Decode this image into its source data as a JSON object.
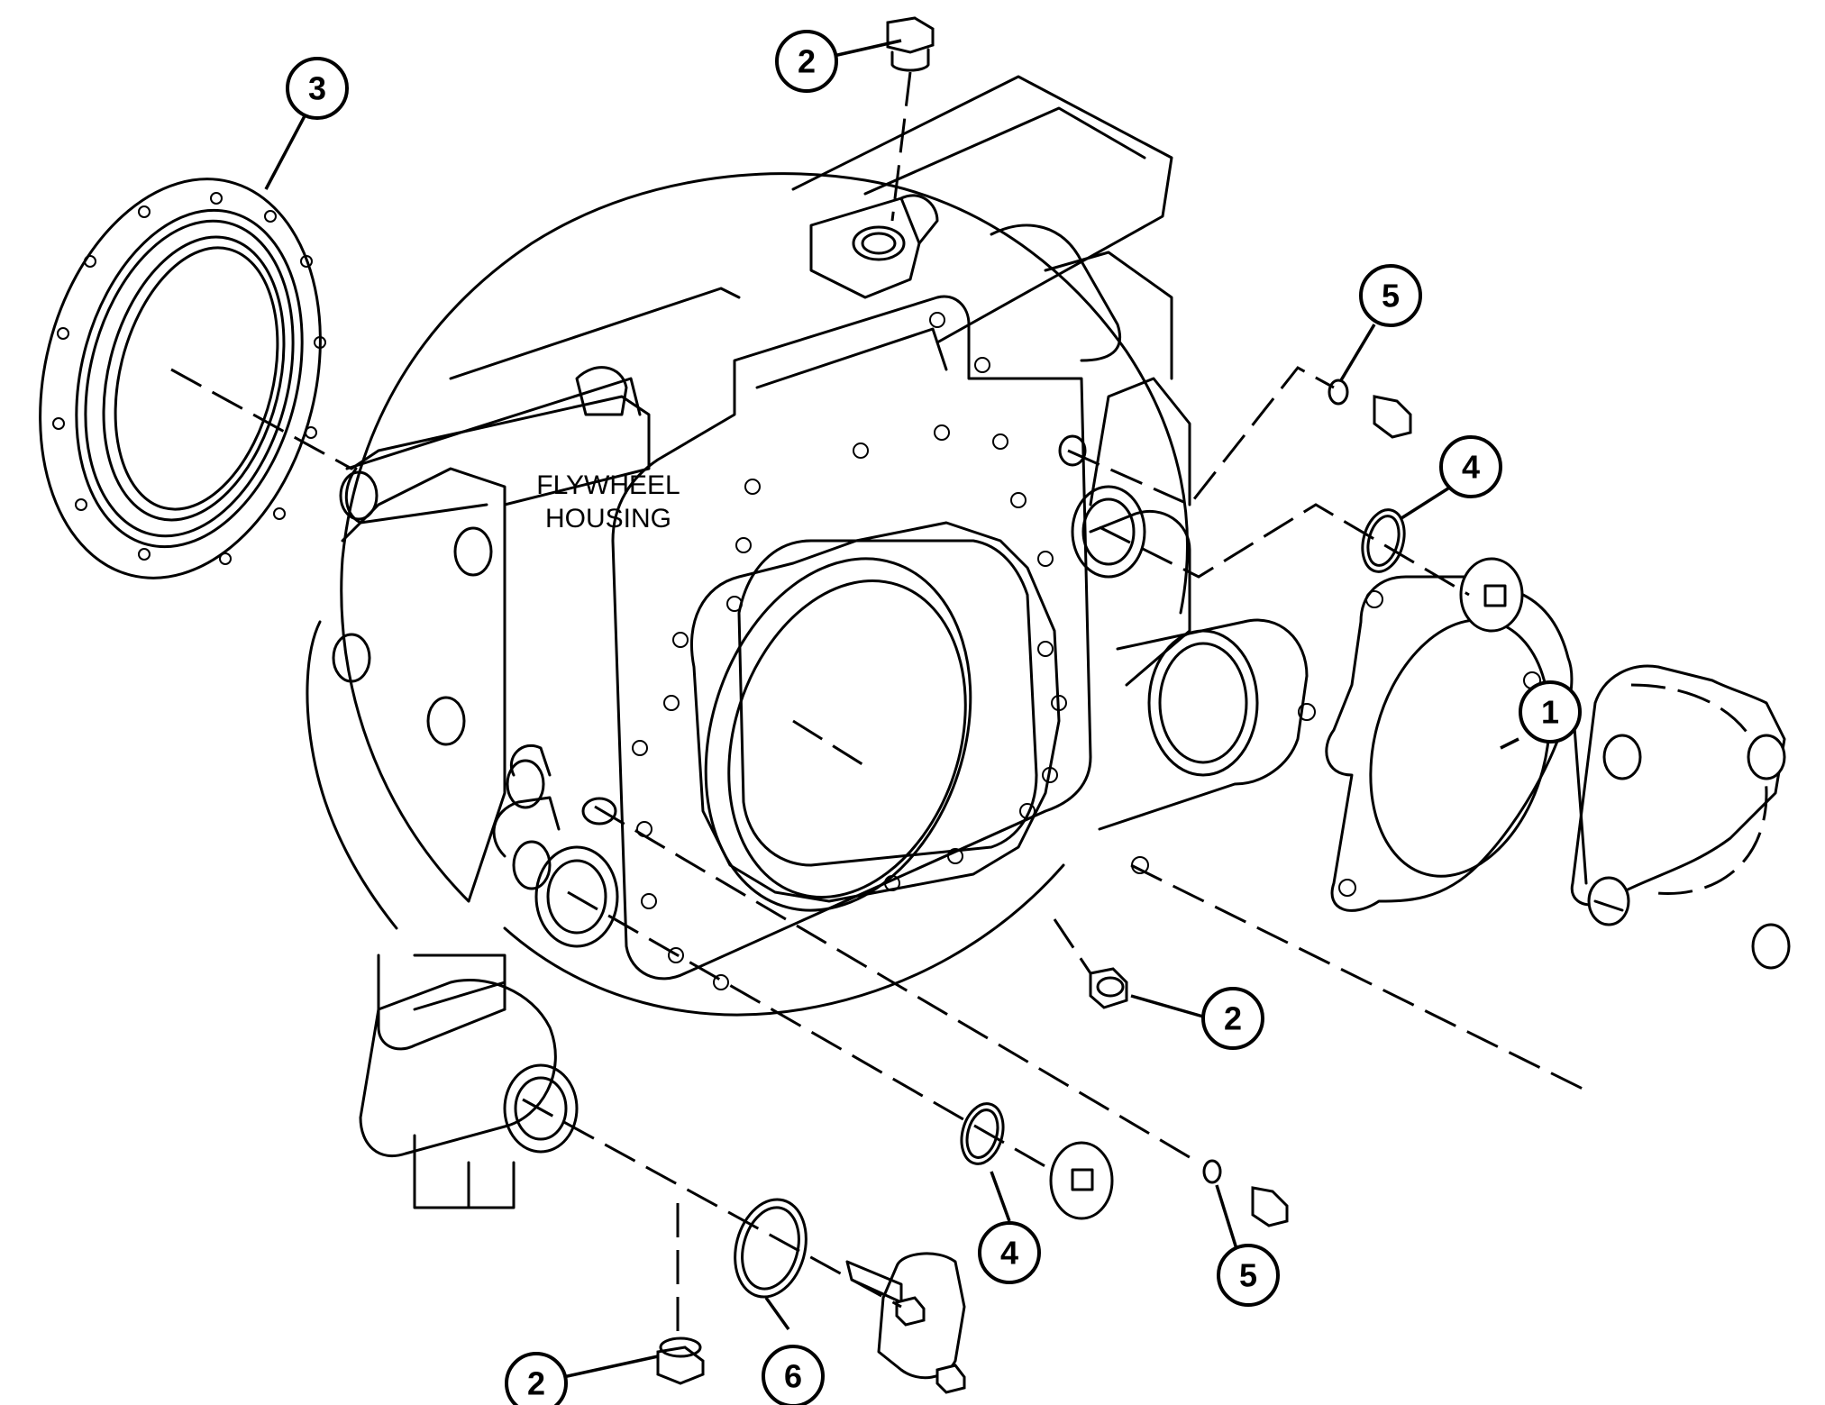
{
  "diagram": {
    "housing_label_line1": "FLYWHEEL",
    "housing_label_line2": "HOUSING",
    "callouts": [
      {
        "id": "c2-top",
        "number": "2"
      },
      {
        "id": "c3",
        "number": "3"
      },
      {
        "id": "c5-upper",
        "number": "5"
      },
      {
        "id": "c4-upper",
        "number": "4"
      },
      {
        "id": "c1",
        "number": "1"
      },
      {
        "id": "c2-right",
        "number": "2"
      },
      {
        "id": "c4-lower",
        "number": "4"
      },
      {
        "id": "c5-lower",
        "number": "5"
      },
      {
        "id": "c6",
        "number": "6"
      },
      {
        "id": "c2-bottom",
        "number": "2"
      }
    ]
  }
}
